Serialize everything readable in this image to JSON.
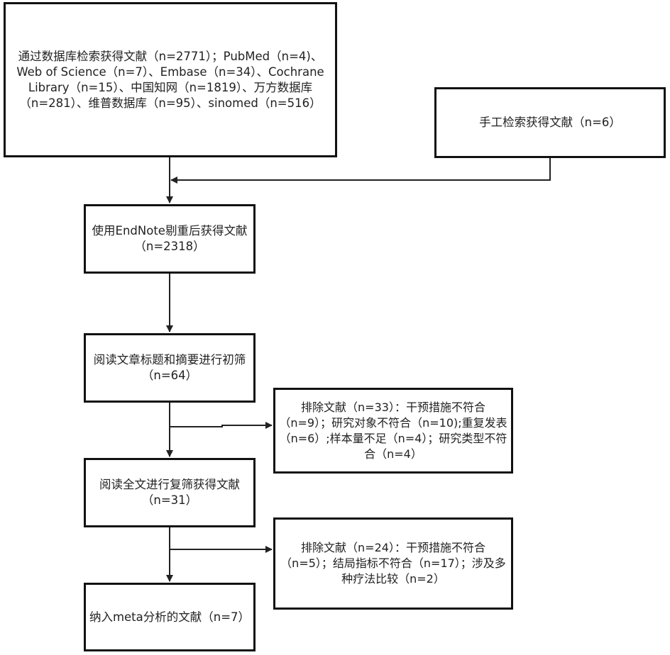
{
  "nodes": {
    "database_search": "通过数据库检索获得文献（n=2771）；PubMed（n=4)、Web of Science（n=7）、Embase（n=34）、Cochrane Library（n=15）、中国知网（n=1819）、万方数据库（n=281）、维普数据库（n=95）、sinomed（n=516）",
    "manual_search": "手工检索获得文献（n=6）",
    "deduplication": "使用EndNote剔重后获得文献（n=2318）",
    "title_abstract_screen": "阅读文章标题和摘要进行初筛（n=64）",
    "exclusion_1": "排除文献（n=33）：干预措施不符合（n=9）；研究对象不符合（n=10);重复发表（n=6）;样本量不足（n=4）；研究类型不符合（n=4）",
    "fulltext_screen": "阅读全文进行复筛获得文献（n=31）",
    "exclusion_2": "排除文献（n=24）：干预措施不符合（n=5）；结局指标不符合（n=17）；涉及多种疗法比较（n=2）",
    "included": "纳入meta分析的文献（n=7）"
  },
  "colors": {
    "line": "#222222",
    "border": "#111111"
  }
}
